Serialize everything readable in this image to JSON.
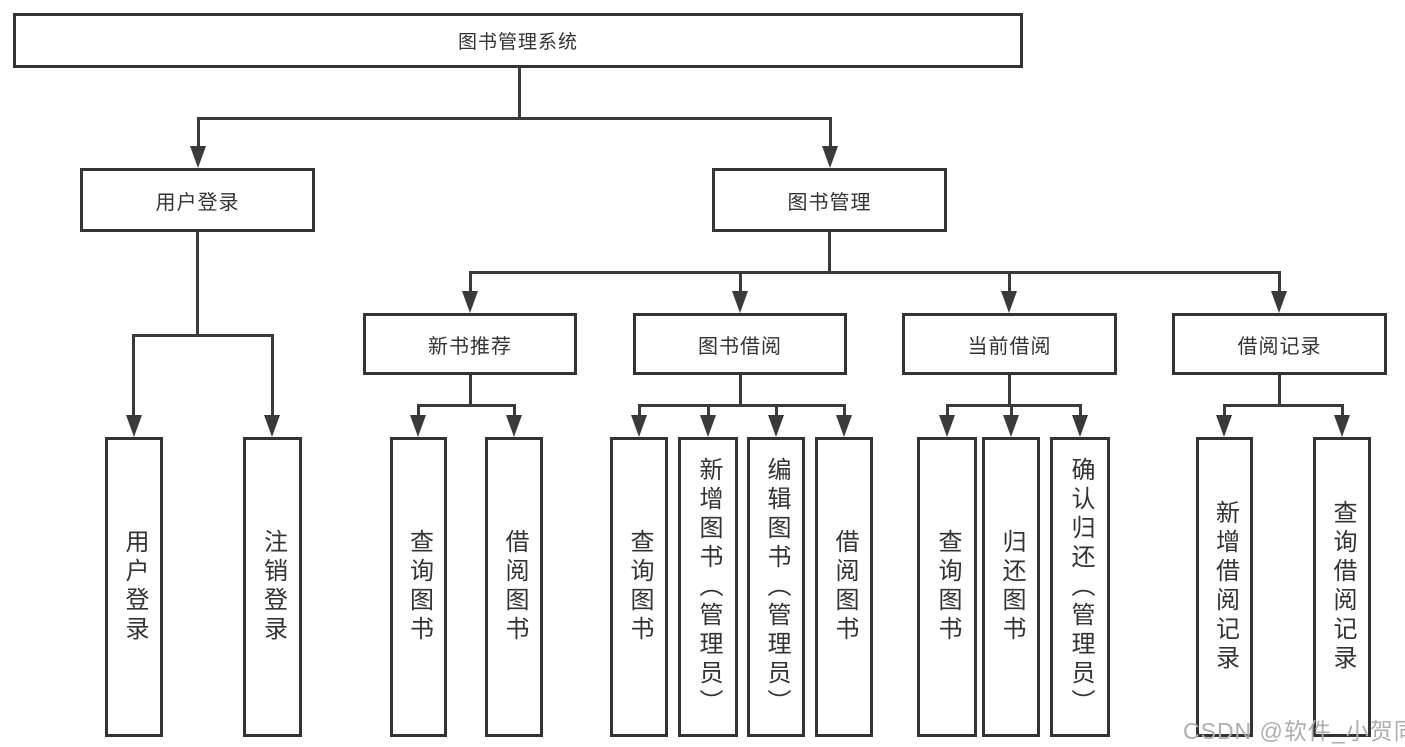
{
  "diagram": {
    "type": "tree",
    "tree": {
      "label": "图书管理系统",
      "children": [
        {
          "label": "用户登录",
          "children": [
            {
              "label": "用户登录"
            },
            {
              "label": "注销登录"
            }
          ]
        },
        {
          "label": "图书管理",
          "children": [
            {
              "label": "新书推荐",
              "children": [
                {
                  "label": "查询图书"
                },
                {
                  "label": "借阅图书"
                }
              ]
            },
            {
              "label": "图书借阅",
              "children": [
                {
                  "label": "查询图书"
                },
                {
                  "label": "新增图书（管理员）"
                },
                {
                  "label": "编辑图书（管理员）"
                },
                {
                  "label": "借阅图书"
                }
              ]
            },
            {
              "label": "当前借阅",
              "children": [
                {
                  "label": "查询图书"
                },
                {
                  "label": "归还图书"
                },
                {
                  "label": "确认归还（管理员）"
                }
              ]
            },
            {
              "label": "借阅记录",
              "children": [
                {
                  "label": "新增借阅记录"
                },
                {
                  "label": "查询借阅记录"
                }
              ]
            }
          ]
        }
      ]
    },
    "watermark": "CSDN @软件_小贺同学",
    "colors": {
      "line": "#3a3a3a",
      "box_border": "#333333",
      "box_fill": "#ffffff",
      "text": "#333333",
      "watermark": "#aeaeae",
      "background": "#ffffff"
    }
  }
}
